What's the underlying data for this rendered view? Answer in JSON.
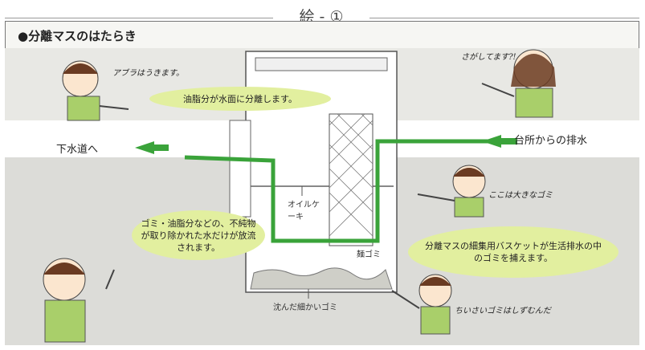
{
  "header": {
    "title": "絵 - ①"
  },
  "heading": "●分離マスのはたらき",
  "flow": {
    "right_label": "台所からの排水",
    "left_label": "下水道へ"
  },
  "bubbles": {
    "oil_separate": "油脂分が水面に分離します。",
    "clean_water": "ゴミ・油脂分などの、不純物が取り除かれた水だけが放流されます。",
    "basket": "分離マスの細集用バスケットが生活排水の中のゴミを捕えます。"
  },
  "labels": {
    "oil_cake": "オイルケーキ",
    "garbage": "麺ゴミ",
    "sediment": "沈んだ細かいゴミ"
  },
  "speech": {
    "oil_floats": "アブラはうきます。",
    "aha": "さがしてます?!",
    "big_garbage": "ここは大きなゴミ",
    "small_garbage": "ちいさいゴミはしずむんだ"
  },
  "colors": {
    "bubble": "#e2ef9f",
    "arrow": "#3aa33a",
    "shirt": "#a9cf6a",
    "frame": "#777777"
  }
}
